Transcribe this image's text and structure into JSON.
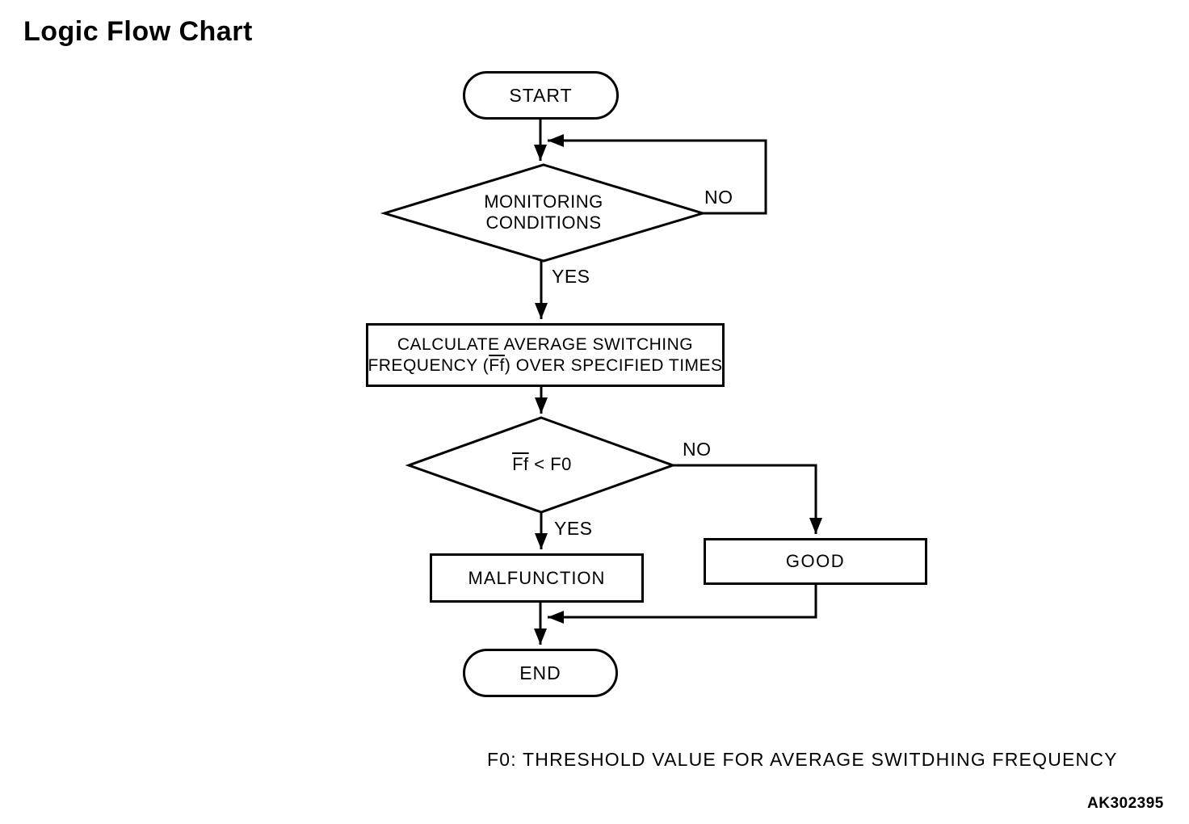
{
  "page": {
    "title": "Logic Flow Chart",
    "footer_note": "F0: THRESHOLD VALUE FOR AVERAGE SWITDHING FREQUENCY",
    "figure_code": "AK302395"
  },
  "flowchart": {
    "start": {
      "label": "START"
    },
    "monitoring_decision": {
      "line1": "MONITORING",
      "line2": "CONDITIONS",
      "no_label": "NO",
      "yes_label": "YES"
    },
    "calculate_step": {
      "line1": "CALCULATE AVERAGE SWITCHING",
      "line2_prefix": "FREQUENCY (",
      "line2_overlined": "Ff",
      "line2_suffix": ") OVER SPECIFIED TIMES"
    },
    "threshold_decision": {
      "overlined": "Ff",
      "rest": " < F0",
      "no_label": "NO",
      "yes_label": "YES"
    },
    "malfunction_step": {
      "label": "MALFUNCTION"
    },
    "good_step": {
      "label": "GOOD"
    },
    "end": {
      "label": "END"
    }
  },
  "colors": {
    "ink": "#000000",
    "background": "#ffffff"
  }
}
